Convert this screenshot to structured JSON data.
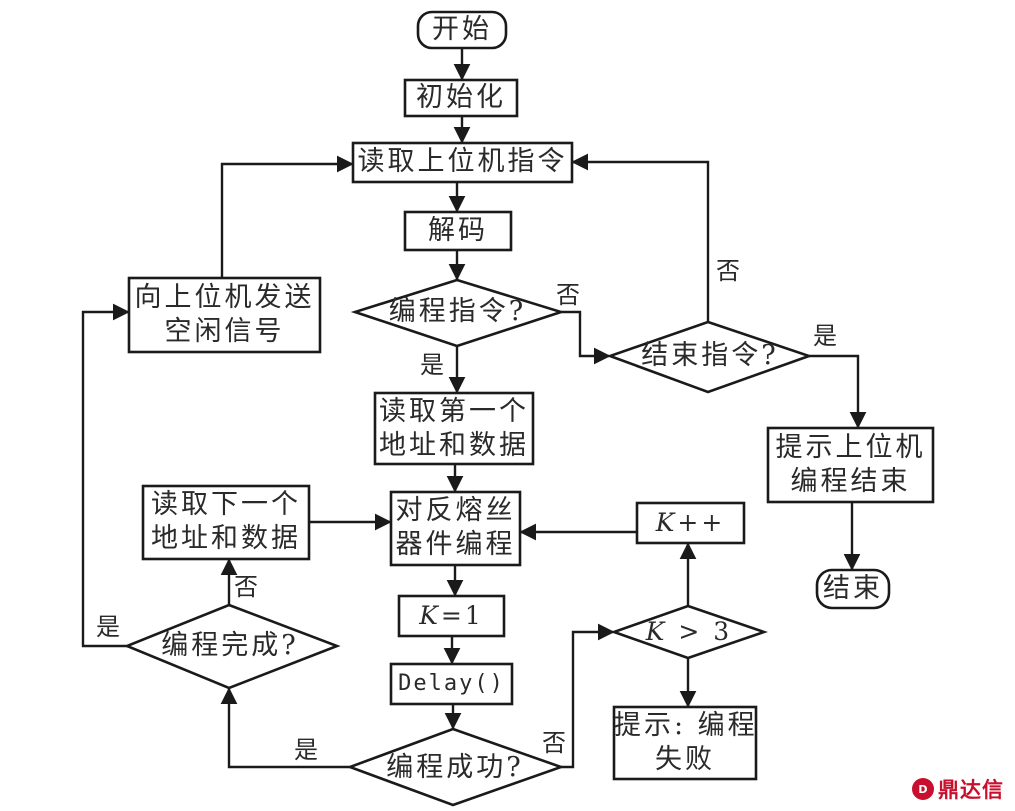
{
  "nodes": {
    "start": {
      "text": "开始"
    },
    "init": {
      "text": "初始化"
    },
    "read_cmd": {
      "text": "读取上位机指令"
    },
    "decode": {
      "text": "解码"
    },
    "is_program_cmd": {
      "text": "编程指令?"
    },
    "is_end_cmd": {
      "text": "结束指令?"
    },
    "send_idle": {
      "text": "向上位机发送\n空闲信号"
    },
    "read_first": {
      "text": "读取第一个\n地址和数据"
    },
    "prompt_end": {
      "text": "提示上位机\n编程结束"
    },
    "end": {
      "text": "结束"
    },
    "read_next": {
      "text": "读取下一个\n地址和数据"
    },
    "program_device": {
      "text": "对反熔丝\n器件编程"
    },
    "k_inc": {
      "var": "K",
      "op": "++"
    },
    "k_init": {
      "var": "K",
      "op": "=1"
    },
    "delay": {
      "text": "Delay()"
    },
    "is_done": {
      "text": "编程完成?"
    },
    "is_success": {
      "text": "编程成功?"
    },
    "k_gt3": {
      "var": "K",
      "op": " > 3"
    },
    "prompt_fail": {
      "text": "提示: 编程\n失败"
    }
  },
  "edge_labels": {
    "program_no": "否",
    "program_yes": "是",
    "end_no": "否",
    "end_yes": "是",
    "done_no": "否",
    "done_yes": "是",
    "success_yes": "是",
    "success_no": "否"
  },
  "watermark": {
    "mark": "D",
    "text": "鼎达信",
    "color": "#c8102e"
  }
}
